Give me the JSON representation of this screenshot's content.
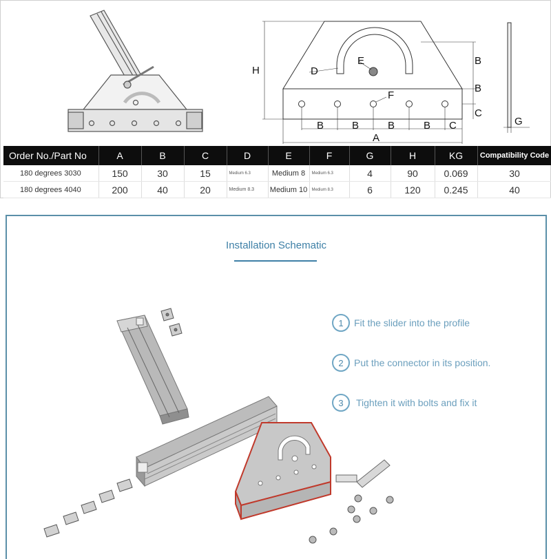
{
  "drawing": {
    "dimension_letters": {
      "H": "H",
      "A": "A",
      "B": "B",
      "C": "C",
      "D": "D",
      "E": "E",
      "F": "F",
      "G": "G"
    }
  },
  "spec_table": {
    "headers": [
      "Order No./Part No",
      "A",
      "B",
      "C",
      "D",
      "E",
      "F",
      "G",
      "H",
      "KG",
      "Compatibility Code"
    ],
    "rows": [
      [
        "180 degrees 3030",
        "150",
        "30",
        "15",
        "Medium 6.3",
        "Medium 8",
        "Medium 6.3",
        "4",
        "90",
        "0.069",
        "30"
      ],
      [
        "180 degrees 4040",
        "200",
        "40",
        "20",
        "Medium 8.3",
        "Medium 10",
        "Medium 8.3",
        "6",
        "120",
        "0.245",
        "40"
      ]
    ]
  },
  "installation": {
    "title": "Installation Schematic",
    "steps": [
      {
        "num": "1",
        "text": "Fit the slider into the profile"
      },
      {
        "num": "2",
        "text": "Put the connector in its position."
      },
      {
        "num": "3",
        "text": "Tighten it with bolts and fix it"
      }
    ],
    "colors": {
      "accent": "#3d7fa6",
      "highlight": "#c0392b"
    }
  }
}
